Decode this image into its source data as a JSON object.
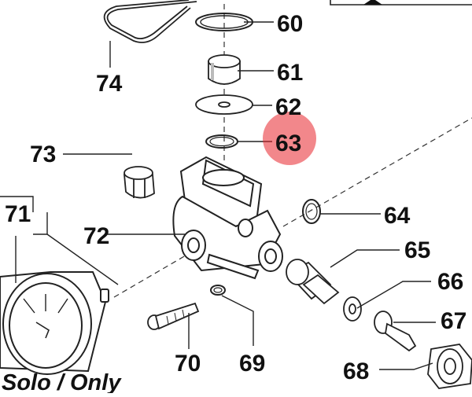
{
  "diagram": {
    "highlight_color": "#e8242b",
    "callouts": {
      "c60": "60",
      "c61": "61",
      "c62": "62",
      "c63": "63",
      "c64": "64",
      "c65": "65",
      "c66": "66",
      "c67": "67",
      "c68": "68",
      "c69": "69",
      "c70": "70",
      "c71": "71",
      "c72": "72",
      "c73": "73",
      "c74": "74"
    },
    "highlighted_part": "63",
    "caption": "Solo / Only"
  }
}
